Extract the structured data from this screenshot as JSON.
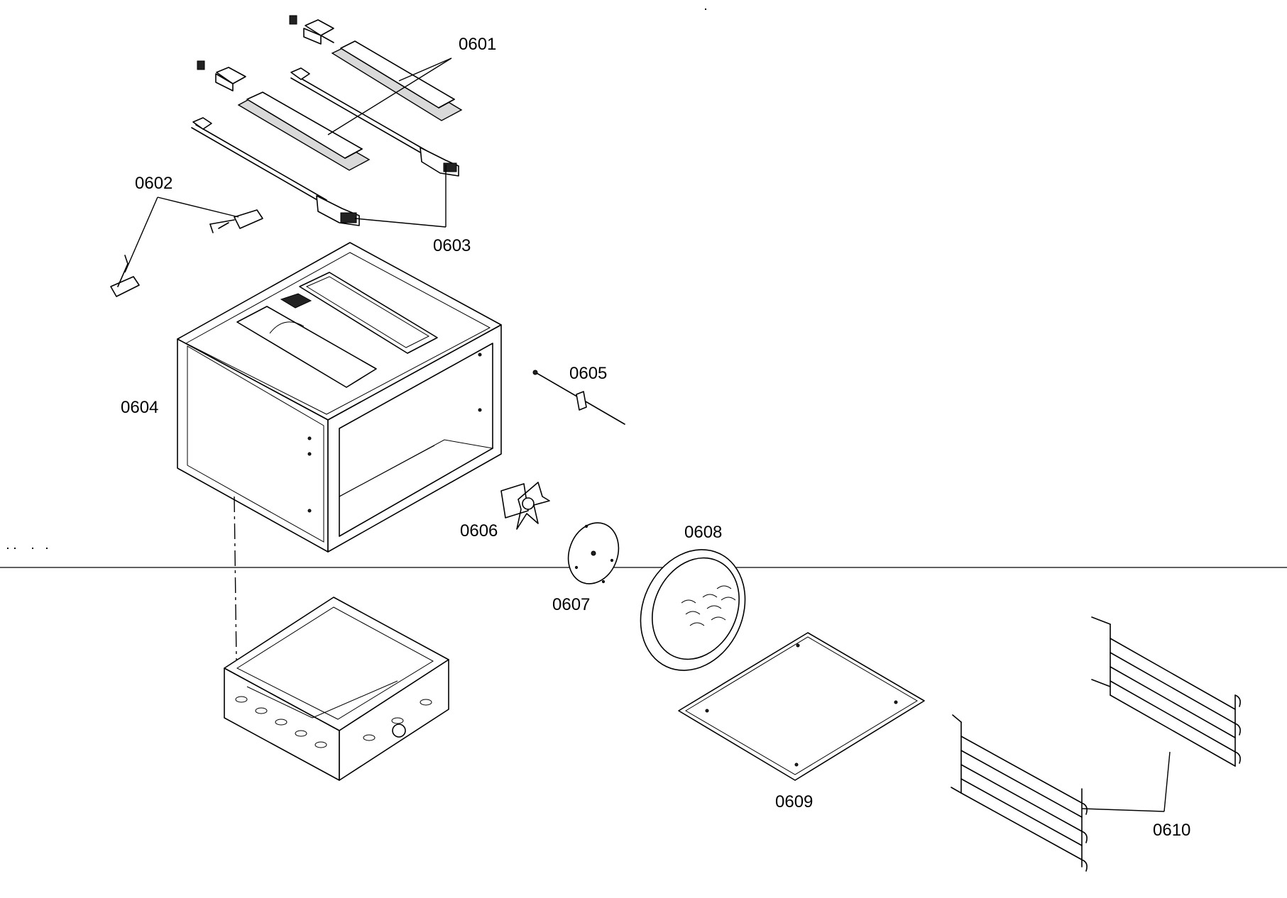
{
  "parts": [
    {
      "id": "p0601",
      "label": "0601"
    },
    {
      "id": "p0602",
      "label": "0602"
    },
    {
      "id": "p0603",
      "label": "0603"
    },
    {
      "id": "p0604",
      "label": "0604"
    },
    {
      "id": "p0605",
      "label": "0605"
    },
    {
      "id": "p0606",
      "label": "0606"
    },
    {
      "id": "p0607",
      "label": "0607"
    },
    {
      "id": "p0608",
      "label": "0608"
    },
    {
      "id": "p0609",
      "label": "0609"
    },
    {
      "id": "p0610",
      "label": "0610"
    }
  ],
  "colors": {
    "line": "#000000",
    "background": "#ffffff",
    "fill_gray": "#d9d9d9"
  }
}
